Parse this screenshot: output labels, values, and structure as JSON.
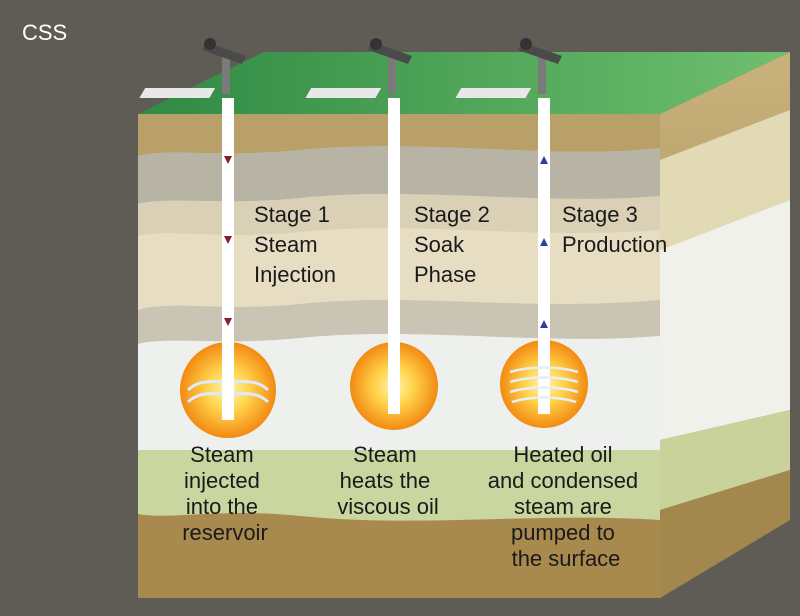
{
  "title": "CSS",
  "stages": [
    {
      "heading": [
        "Stage 1",
        "Steam",
        "Injection"
      ],
      "caption": [
        "Steam",
        "injected",
        "into the",
        "reservoir"
      ],
      "flow": "down"
    },
    {
      "heading": [
        "Stage 2",
        "Soak",
        "Phase"
      ],
      "caption": [
        "Steam",
        "heats the",
        "viscous oil"
      ],
      "flow": "none"
    },
    {
      "heading": [
        "Stage 3",
        "Production"
      ],
      "caption": [
        "Heated oil",
        "and condensed",
        "steam are",
        "pumped to",
        "the surface"
      ],
      "flow": "up"
    }
  ],
  "colors": {
    "background": "#5e5c55",
    "surface": "#3f9a4f",
    "injection_arrow": "#8a1a2a",
    "production_arrow": "#2b3f9c",
    "steam_chamber": "#f59b1a"
  }
}
